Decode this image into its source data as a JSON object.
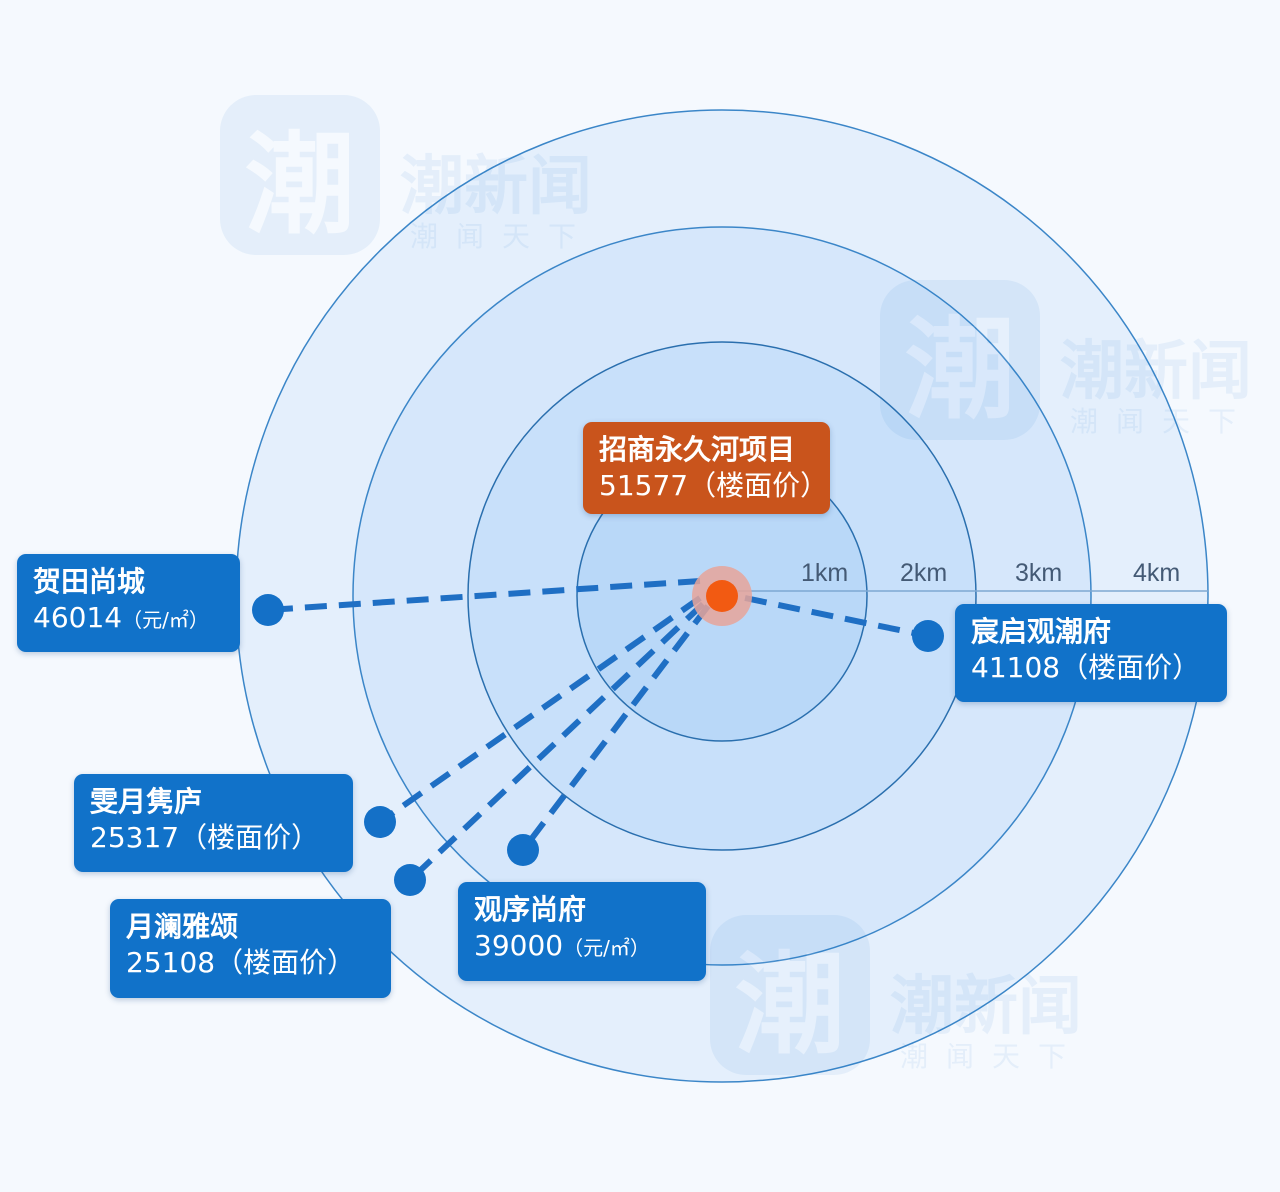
{
  "center": {
    "name": "招商永久河项目",
    "price": "51577（楼面价）",
    "color": "#c9541c"
  },
  "rings": [
    "1km",
    "2km",
    "3km",
    "4km"
  ],
  "projects": [
    {
      "id": "hetian",
      "name": "贺田尚城",
      "price": "46014",
      "unit": "（元/㎡）"
    },
    {
      "id": "chenqi",
      "name": "宸启观潮府",
      "price": "41108（楼面价）",
      "unit": ""
    },
    {
      "id": "wenyue",
      "name": "雯月隽庐",
      "price": "25317（楼面价）",
      "unit": ""
    },
    {
      "id": "yuelan",
      "name": "月澜雅颂",
      "price": "25108（楼面价）",
      "unit": ""
    },
    {
      "id": "guanxu",
      "name": "观序尚府",
      "price": "39000",
      "unit": "（元/㎡）"
    }
  ],
  "watermark": {
    "logo_char": "潮",
    "text": "潮新闻",
    "sub": "潮闻天下"
  },
  "colors": {
    "box": "#1172c9",
    "line": "#1f6fc4",
    "center_dot": "#f25a12",
    "ring_stroke": "#3b86c8"
  }
}
